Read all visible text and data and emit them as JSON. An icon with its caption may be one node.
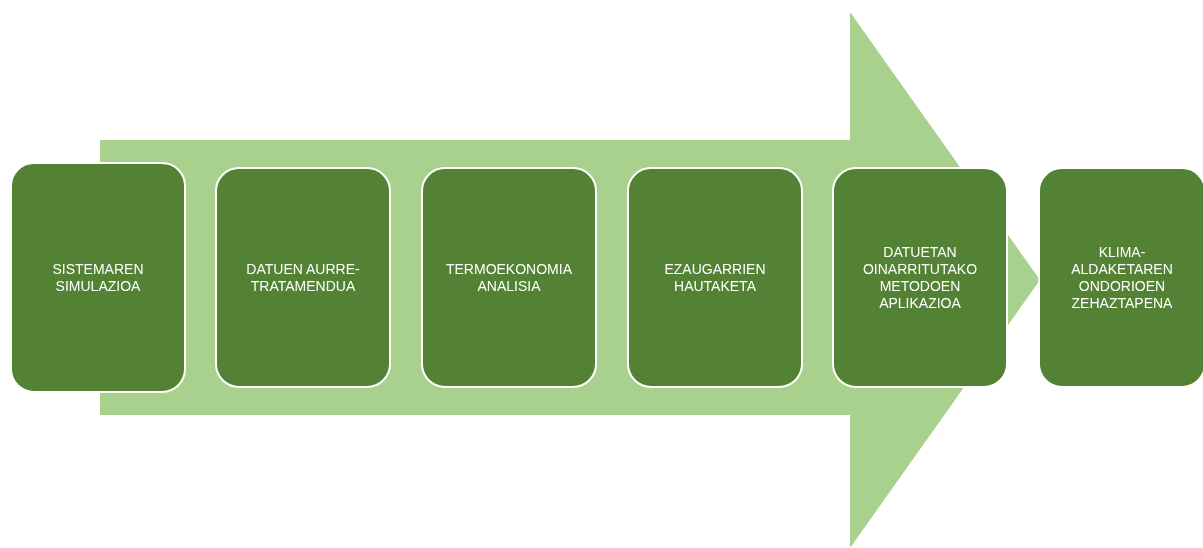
{
  "diagram": {
    "nodes": [
      {
        "text": [
          "SISTEMAREN SIMULAZIOA"
        ]
      },
      {
        "text": [
          "DATUEN AURRE-TRATAMENDUA"
        ]
      },
      {
        "text": [
          "TERMOEKONOMIA ANALISIA"
        ]
      },
      {
        "text": [
          "EZAUGARRIEN HAUTAKETA"
        ]
      },
      {
        "text": [
          "DATUETAN OINARRITUTAKO METODOEN APLIKAZIOA"
        ]
      },
      {
        "text": [
          "KLIMA-ALDAKETAREN ONDORIOEN ZEHAZTAPENA"
        ]
      }
    ],
    "edges": [
      {
        "from": 0,
        "to": 5,
        "arrow": "to"
      }
    ]
  }
}
